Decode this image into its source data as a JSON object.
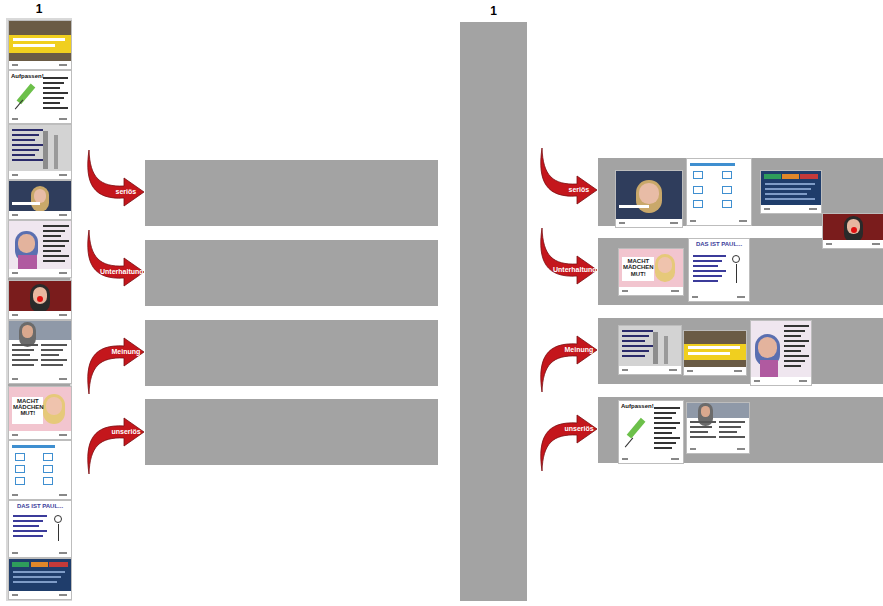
{
  "diagram": {
    "nodes": [
      {
        "text": [
          "1"
        ]
      },
      {
        "text": [
          "seriös"
        ]
      },
      {
        "text": [
          "Unterhaltung"
        ]
      },
      {
        "text": [
          "Meinung"
        ]
      },
      {
        "text": [
          "unseriös"
        ]
      },
      {
        "text": [
          "1"
        ]
      },
      {
        "text": [
          "seriös"
        ]
      },
      {
        "text": [
          "Unterhaltung"
        ]
      },
      {
        "text": [
          "Meinung"
        ]
      },
      {
        "text": [
          "unseriös"
        ]
      }
    ],
    "labels": [
      "Aufpassen!",
      "MACHT MÄDCHEN MUT!",
      "DAS IST PAUL...",
      "MACHT MÄDCHEN MUT!",
      "DAS IST PAUL...",
      "Aufpassen!"
    ]
  }
}
